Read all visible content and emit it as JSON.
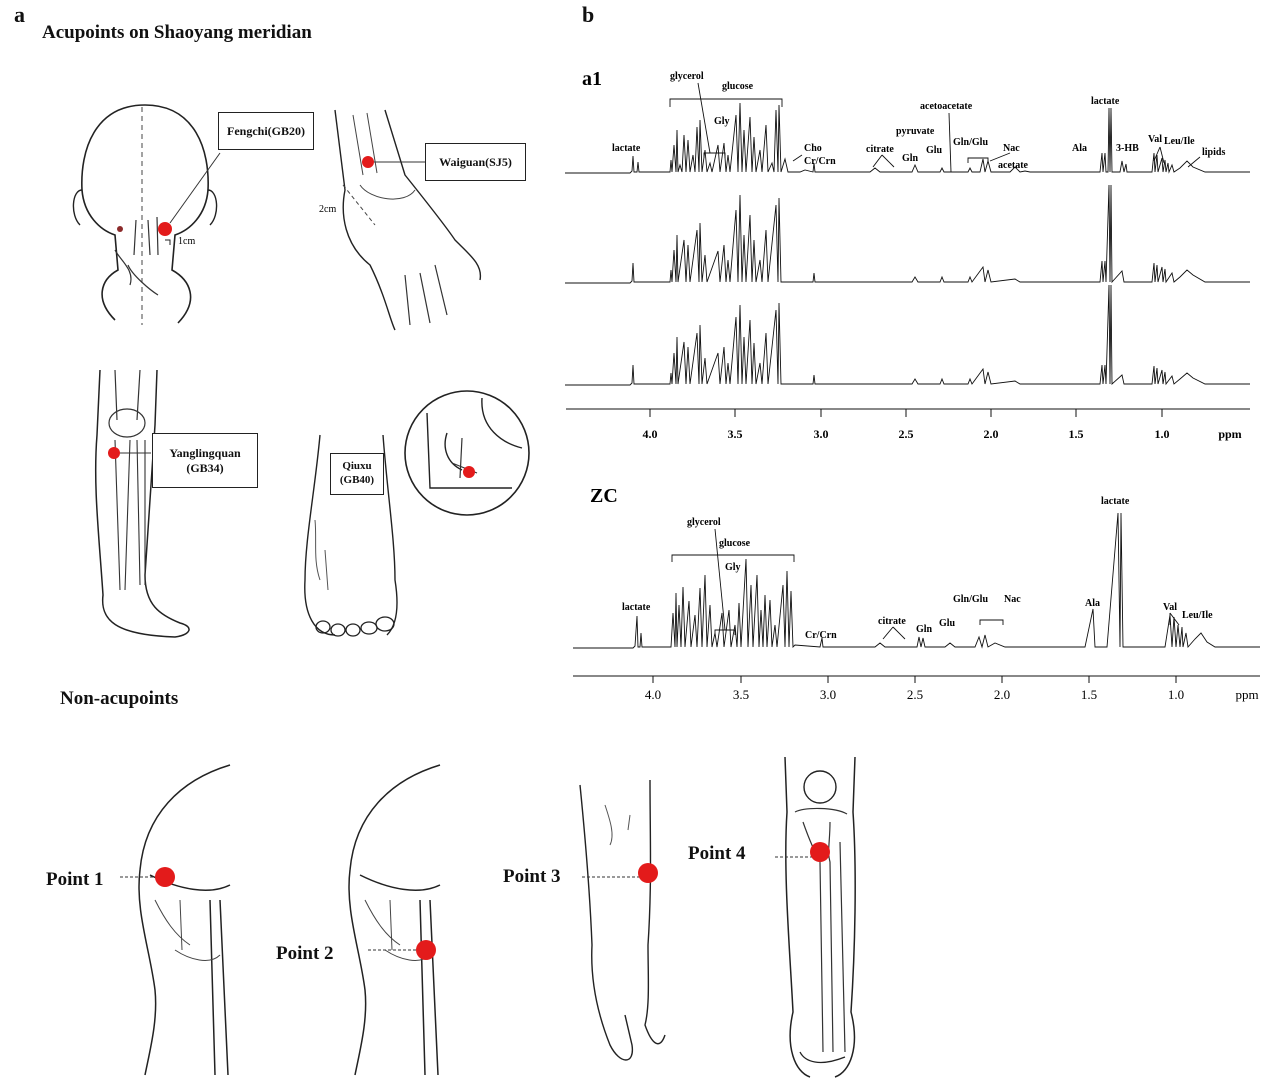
{
  "panel_a": {
    "letter": "a",
    "heading_acupoints": "Acupoints on Shaoyang meridian",
    "heading_nonacupoints": "Non-acupoints",
    "callouts": {
      "fengchi": "Fengchi(GB20)",
      "waiguan": "Waiguan(SJ5)",
      "yanglingquan_1": "Yanglingquan",
      "yanglingquan_2": "(GB34)",
      "qiuxu_1": "Qiuxu",
      "qiuxu_2": "(GB40)"
    },
    "measures": {
      "head": "1cm",
      "wrist": "2cm"
    },
    "points": [
      "Point 1",
      "Point 2",
      "Point 3",
      "Point 4"
    ],
    "marker_color": "#e31b1b"
  },
  "panel_b": {
    "letter": "b",
    "top_title": "a1",
    "bottom_title": "ZC",
    "axis_unit": "ppm",
    "top_ticks": [
      "4.0",
      "3.5",
      "3.0",
      "2.5",
      "2.0",
      "1.5",
      "1.0"
    ],
    "bottom_ticks": [
      "4.0",
      "3.5",
      "3.0",
      "2.5",
      "2.0",
      "1.5",
      "1.0"
    ],
    "top_labels": {
      "lactate_left": "lactate",
      "glycerol": "glycerol",
      "glucose": "glucose",
      "gly": "Gly",
      "cho": "Cho",
      "crcrn": "Cr/Crn",
      "citrate": "citrate",
      "gln": "Gln",
      "pyruvate": "pyruvate",
      "glu": "Glu",
      "acetoacetate": "acetoacetate",
      "glnglu": "Gln/Glu",
      "nac": "Nac",
      "acetate": "acetate",
      "ala": "Ala",
      "lactate_right": "lactate",
      "hb": "3-HB",
      "val": "Val",
      "leuile": "Leu/Ile",
      "lipids": "lipids"
    },
    "bottom_labels": {
      "lactate_left": "lactate",
      "glycerol": "glycerol",
      "glucose": "glucose",
      "gly": "Gly",
      "crcrn": "Cr/Crn",
      "citrate": "citrate",
      "gln": "Gln",
      "glu": "Glu",
      "glnglu": "Gln/Glu",
      "nac": "Nac",
      "ala": "Ala",
      "lactate_right": "lactate",
      "val": "Val",
      "leuile": "Leu/Ile"
    }
  }
}
